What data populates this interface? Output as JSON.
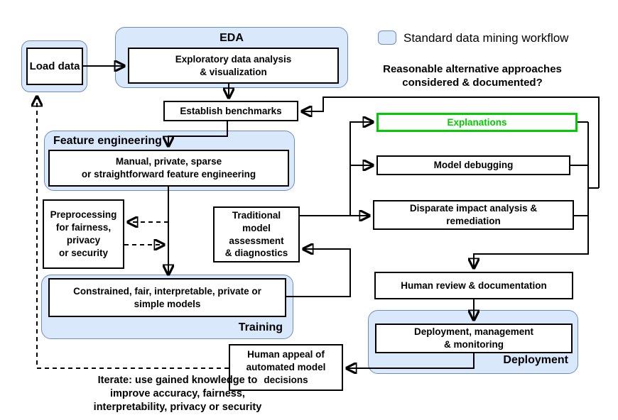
{
  "colors": {
    "container_fill": "#dae8fc",
    "container_stroke": "#6c8ebf",
    "highlight_green": "#00cc00"
  },
  "legend": {
    "label": "Standard data mining workflow"
  },
  "question": "Reasonable alternative approaches\nconsidered & documented?",
  "containers": {
    "eda": "EDA",
    "feature_engineering": "Feature engineering",
    "training": "Training",
    "deployment": "Deployment"
  },
  "nodes": {
    "load_data": "Load data",
    "eda": "Exploratory data analysis\n& visualization",
    "benchmarks": "Establish benchmarks",
    "feature_engineering": "Manual, private, sparse\nor straightforward feature engineering",
    "explanations": "Explanations",
    "model_debugging": "Model debugging",
    "disparate_impact": "Disparate impact analysis &\nremediation",
    "preprocessing": "Preprocessing\nfor fairness,\nprivacy\nor security",
    "traditional_assessment": "Traditional\nmodel\nassessment\n& diagnostics",
    "constrained_models": "Constrained, fair, interpretable, private or\nsimple models",
    "human_review": "Human review & documentation",
    "deployment": "Deployment, management\n& monitoring",
    "human_appeal": "Human appeal of\nautomated model\ndecisions"
  },
  "notes": {
    "iterate": "Iterate: use gained knowledge to\nimprove accuracy, fairness,\ninterpretability, privacy or security"
  }
}
